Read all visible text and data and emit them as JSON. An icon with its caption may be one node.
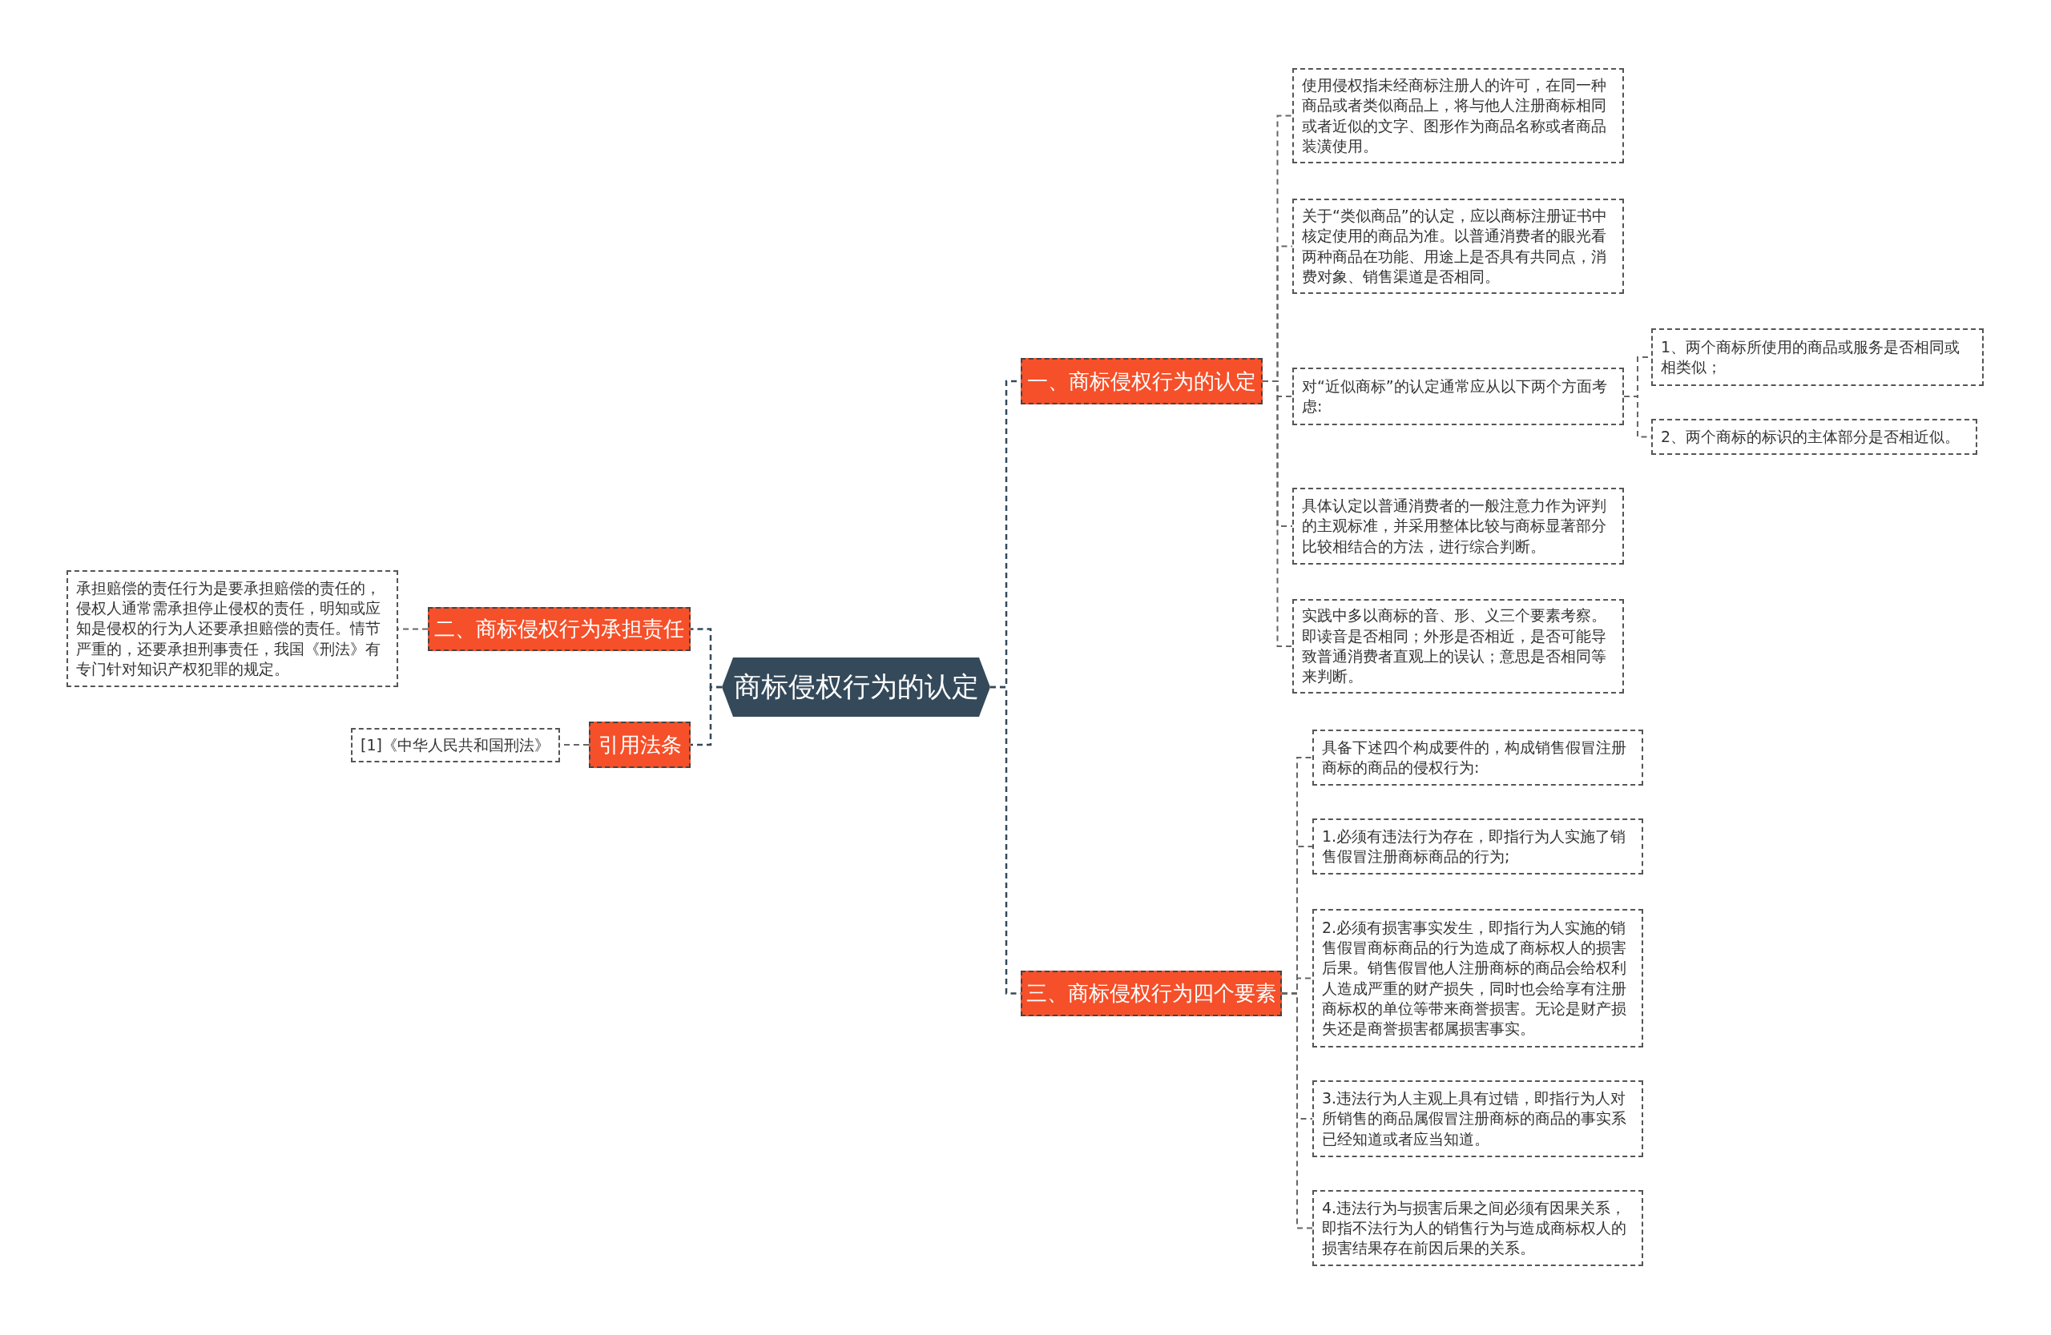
{
  "diagram": {
    "nodes": [
      {
        "text": [
          "商标侵权行为的认定"
        ]
      },
      {
        "text": [
          "一、商标侵权行为的认定"
        ]
      },
      {
        "text": [
          "使用侵权指未经商标注册人的许可，在同一种商品或者类似商品上，将与他人注册商标相同或者近似的文字、图形作为商品名称或者商品装潢使用。"
        ]
      },
      {
        "text": [
          "关于“类似商品”的认定，应以商标注册证书中核定使用的商品为准。以普通消费者的眼光看两种商品在功能、用途上是否具有共同点，消费对象、销售渠道是否相同。"
        ]
      },
      {
        "text": [
          "对“近似商标”的认定通常应从以下两个方面考虑:"
        ]
      },
      {
        "text": [
          "具体认定以普通消费者的一般注意力作为评判的主观标准，并采用整体比较与商标显著部分比较相结合的方法，进行综合判断。"
        ]
      },
      {
        "text": [
          "实践中多以商标的音、形、义三个要素考察。即读音是否相同；外形是否相近，是否可能导致普通消费者直观上的误认；意思是否相同等来判断。"
        ]
      },
      {
        "text": [
          "1、两个商标所使用的商品或服务是否相同或相类似；"
        ]
      },
      {
        "text": [
          "2、两个商标的标识的主体部分是否相近似。"
        ]
      },
      {
        "text": [
          "三、商标侵权行为四个要素"
        ]
      },
      {
        "text": [
          "具备下述四个构成要件的，构成销售假冒注册商标的商品的侵权行为:"
        ]
      },
      {
        "text": [
          "1.必须有违法行为存在，即指行为人实施了销售假冒注册商标商品的行为;"
        ]
      },
      {
        "text": [
          "2.必须有损害事实发生，即指行为人实施的销售假冒商标商品的行为造成了商标权人的损害后果。销售假冒他人注册商标的商品会给权利人造成严重的财产损失，同时也会给享有注册商标权的单位等带来商誉损害。无论是财产损失还是商誉损害都属损害事实。"
        ]
      },
      {
        "text": [
          "3.违法行为人主观上具有过错，即指行为人对所销售的商品属假冒注册商标的商品的事实系已经知道或者应当知道。"
        ]
      },
      {
        "text": [
          "4.违法行为与损害后果之间必须有因果关系，即指不法行为人的销售行为与造成商标权人的损害结果存在前因后果的关系。"
        ]
      },
      {
        "text": [
          "二、商标侵权行为承担责任"
        ]
      },
      {
        "text": [
          "承担赔偿的责任行为是要承担赔偿的责任的，侵权人通常需承担停止侵权的责任，明知或应知是侵权的行为人还要承担赔偿的责任。情节严重的，还要承担刑事责任，我国《刑法》有专门针对知识产权犯罪的规定。"
        ]
      },
      {
        "text": [
          "引用法条"
        ]
      },
      {
        "text": [
          "[1]《中华人民共和国刑法》"
        ]
      }
    ],
    "edges": [
      {
        "from": 0,
        "to": 1,
        "arrow": "none"
      },
      {
        "from": 1,
        "to": 2,
        "arrow": "none"
      },
      {
        "from": 1,
        "to": 3,
        "arrow": "none"
      },
      {
        "from": 1,
        "to": 4,
        "arrow": "none"
      },
      {
        "from": 1,
        "to": 5,
        "arrow": "none"
      },
      {
        "from": 1,
        "to": 6,
        "arrow": "none"
      },
      {
        "from": 4,
        "to": 7,
        "arrow": "none"
      },
      {
        "from": 4,
        "to": 8,
        "arrow": "none"
      },
      {
        "from": 0,
        "to": 9,
        "arrow": "none"
      },
      {
        "from": 9,
        "to": 10,
        "arrow": "none"
      },
      {
        "from": 9,
        "to": 11,
        "arrow": "none"
      },
      {
        "from": 9,
        "to": 12,
        "arrow": "none"
      },
      {
        "from": 9,
        "to": 13,
        "arrow": "none"
      },
      {
        "from": 9,
        "to": 14,
        "arrow": "none"
      },
      {
        "from": 0,
        "to": 15,
        "arrow": "none"
      },
      {
        "from": 15,
        "to": 16,
        "arrow": "none"
      },
      {
        "from": 0,
        "to": 17,
        "arrow": "none"
      },
      {
        "from": 17,
        "to": 18,
        "arrow": "none"
      }
    ]
  }
}
